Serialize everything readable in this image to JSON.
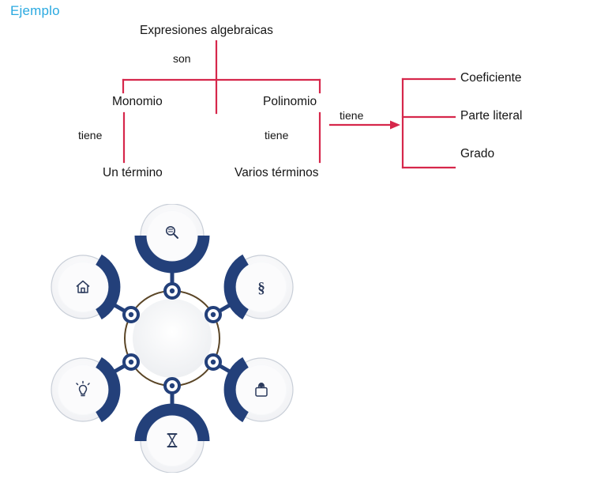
{
  "slide": {
    "title": "Ejemplo"
  },
  "concept_map": {
    "root": "Expresiones algebraicas",
    "root_connector": "son",
    "branches": [
      {
        "label": "Monomio",
        "connector": "tiene",
        "child": "Un término"
      },
      {
        "label": "Polinomio",
        "connector": "tiene",
        "child": "Varios términos"
      }
    ],
    "arrow_connector": "tiene",
    "parts": [
      "Coeficiente",
      "Parte literal",
      "Grado"
    ],
    "line_color": "#d6274b"
  },
  "wheel": {
    "hub_ring_color": "#5a4526",
    "node_arc_color": "#23407a",
    "node_ring_color": "#c9cfd8",
    "node_fill_color": "#f4f5f7",
    "hub_fill_color": "#f2f3f5",
    "connector_color": "#23407a",
    "nodes": [
      {
        "position": "top",
        "icon": "magnifier-icon",
        "glyph": "⌕"
      },
      {
        "position": "upper-right",
        "icon": "section-icon",
        "glyph": "§"
      },
      {
        "position": "lower-right",
        "icon": "briefcase-icon",
        "glyph": "Ὃc"
      },
      {
        "position": "bottom",
        "icon": "hourglass-icon",
        "glyph": "⌛"
      },
      {
        "position": "lower-left",
        "icon": "lightbulb-icon",
        "glyph": "Ὂ1"
      },
      {
        "position": "upper-left",
        "icon": "home-icon",
        "glyph": "⌂"
      }
    ]
  }
}
